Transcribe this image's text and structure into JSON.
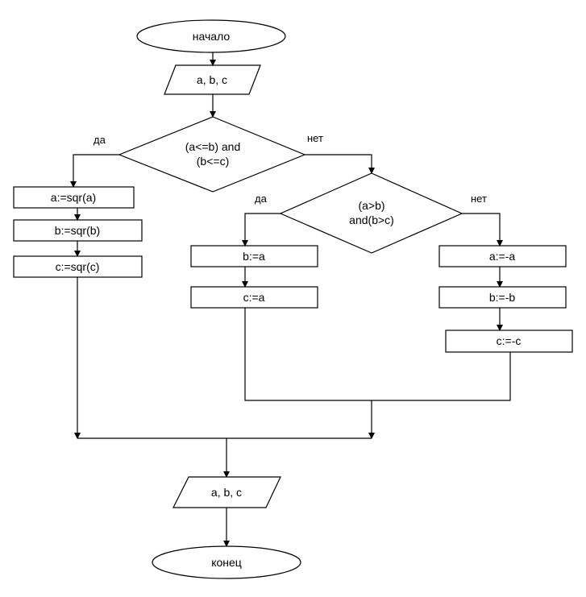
{
  "flowchart": {
    "start": "начало",
    "input": "a, b, c",
    "cond1": {
      "line1": "(a<=b) and",
      "line2": "(b<=c)",
      "yes": "да",
      "no": "нет"
    },
    "branch_yes": {
      "s1": "a:=sqr(a)",
      "s2": "b:=sqr(b)",
      "s3": "c:=sqr(c)"
    },
    "cond2": {
      "line1": "(a>b)",
      "line2": "and(b>c)",
      "yes": "да",
      "no": "нет"
    },
    "branch_mid": {
      "s1": "b:=a",
      "s2": "c:=a"
    },
    "branch_right": {
      "s1": "a:=-a",
      "s2": "b:=-b",
      "s3": "c:=-c"
    },
    "output": "a, b, c",
    "end": "конец"
  }
}
